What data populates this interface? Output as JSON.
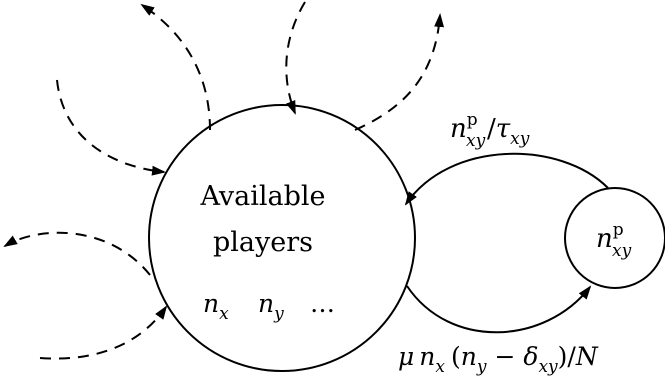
{
  "diagram": {
    "main_node": {
      "line1": "Available",
      "line2": "players",
      "variables": {
        "nx_base": "n",
        "nx_sub": "x",
        "ny_base": "n",
        "ny_sub": "y",
        "ellipsis": "…"
      }
    },
    "pair_node": {
      "base": "n",
      "sup": "p",
      "sub": "xy"
    },
    "top_rate": {
      "n_base": "n",
      "n_sup": "p",
      "n_sub": "xy",
      "slash": "/",
      "tau_base": "τ",
      "tau_sub": "xy"
    },
    "bottom_rate": {
      "mu": "μ",
      "nx_base": "n",
      "nx_sub": "x",
      "open_paren": "(",
      "ny_base": "n",
      "ny_sub": "y",
      "minus": "−",
      "delta_base": "δ",
      "delta_sub": "xy",
      "close_paren_slash": ")/",
      "N": "N"
    },
    "colors": {
      "stroke": "#000000",
      "background": "#ffffff"
    }
  }
}
